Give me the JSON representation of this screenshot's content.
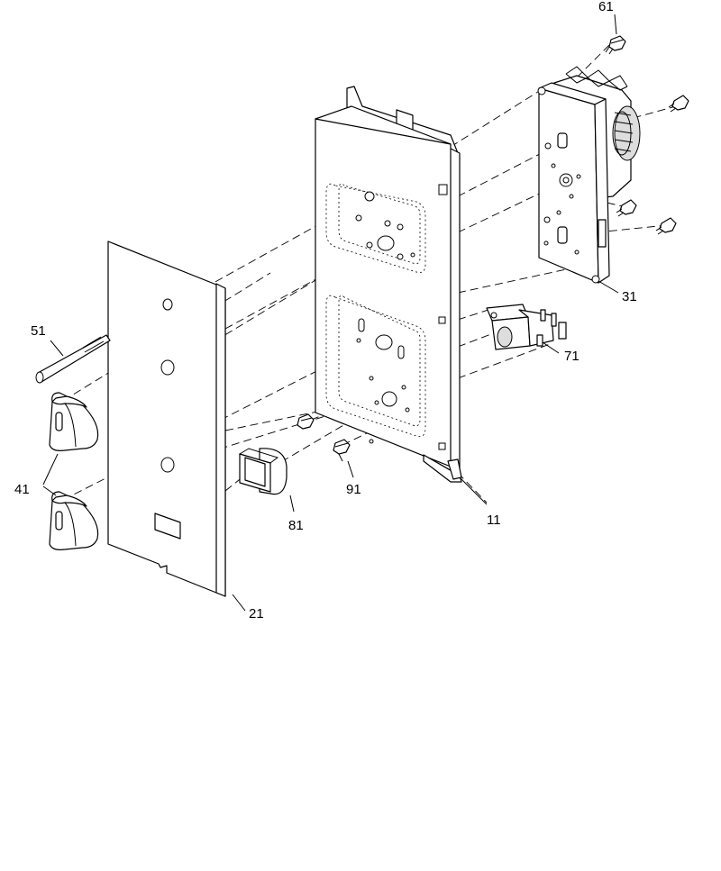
{
  "diagram": {
    "callouts": {
      "c11": "11",
      "c21": "21",
      "c31": "31",
      "c41": "41",
      "c51": "51",
      "c61": "61",
      "c71": "71",
      "c81": "81",
      "c91": "91"
    }
  }
}
